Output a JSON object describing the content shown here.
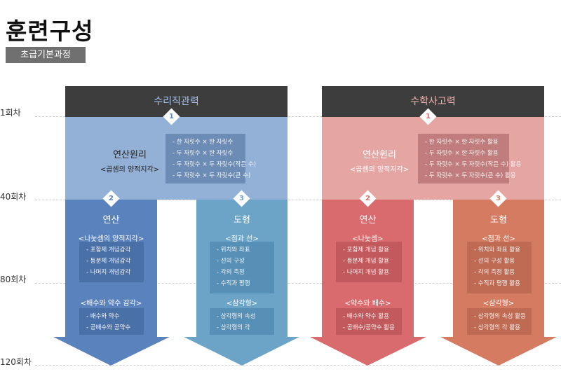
{
  "title": "훈련구성",
  "badge": "초급기본과정",
  "timeline": [
    "1회차",
    "40회차",
    "80회차",
    "120회차"
  ],
  "colors": {
    "header": "#3d3d3d",
    "left_top": "#93b1d6",
    "left_a": "#5a82bd",
    "left_b": "#6ca4c8",
    "right_top": "#e5a5a3",
    "right_a": "#d96b6e",
    "right_b": "#d57b61"
  },
  "left": {
    "header": "수리직관력",
    "top": {
      "num": "1",
      "title": "연산원리",
      "subtitle": "<곱셈의 양적지각>",
      "items": [
        "- 한 자릿수 × 한 자릿수",
        "- 두 자릿수 × 한 자릿수",
        "- 두 자릿수 × 두 자릿수(작은 수)",
        "- 두 자릿수 × 두 자릿수(큰 수)"
      ]
    },
    "col_a": {
      "num": "2",
      "title": "연산",
      "subtitle": "<나눗셈의 양적지각>",
      "items": [
        "- 포함제 개념감각",
        "- 등분제 개념감각",
        "- 나머지 개념감각"
      ],
      "subtitle2": "<배수와 약수 감각>",
      "items2": [
        "- 배수와 약수",
        "- 공배수와 공약수"
      ]
    },
    "col_b": {
      "num": "3",
      "title": "도형",
      "subtitle": "<점과 선>",
      "items": [
        "- 위치와 좌표",
        "- 선의 구성",
        "- 각의 측정",
        "- 수직과 평행"
      ],
      "subtitle2": "<삼각형>",
      "items2": [
        "- 삼각형의 속성",
        "- 삼각형의 각"
      ]
    }
  },
  "right": {
    "header": "수학사고력",
    "top": {
      "num": "1",
      "title": "연산원리",
      "subtitle": "<곱셈의 양적지각>",
      "items": [
        "- 한 자릿수 × 한 자릿수 활용",
        "- 두 자릿수 × 한 자릿수 활용",
        "- 두 자릿수 × 두 자릿수(작은 수) 활용",
        "- 두 자릿수 × 두 자릿수(큰 수) 활용"
      ]
    },
    "col_a": {
      "num": "2",
      "title": "연산",
      "subtitle": "<나눗셈>",
      "items": [
        "- 포함제 개념 활용",
        "- 등분제 개념 활용",
        "- 나머지 개념 활용"
      ],
      "subtitle2": "<약수와 배수>",
      "items2": [
        "- 배수와 약수 활용",
        "- 공배수/공약수 활용"
      ]
    },
    "col_b": {
      "num": "3",
      "title": "도형",
      "subtitle": "<점과 선>",
      "items": [
        "- 위치와 좌표 활용",
        "- 선의 구성 활용",
        "- 각의 측정 활용",
        "- 수직과 평행 활용"
      ],
      "subtitle2": "<삼각형>",
      "items2": [
        "- 삼각형의 속성 활용",
        "- 삼각형의 각 활용"
      ]
    }
  }
}
